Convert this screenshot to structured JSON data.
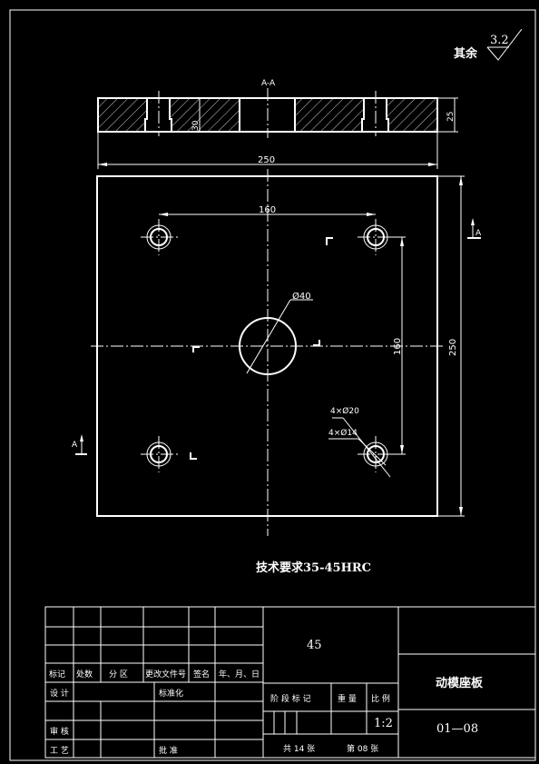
{
  "roughness_note": {
    "prefix": "其余",
    "value": "3.2"
  },
  "section": {
    "label": "A-A",
    "dim_height": "25",
    "dim_depth": "30"
  },
  "dims": {
    "width_top": "250",
    "width_right": "250",
    "hole_span_x": "160",
    "hole_span_y": "160",
    "center_hole": "Ø40",
    "bolt_outer": "4×Ø20",
    "bolt_inner": "4×Ø14"
  },
  "section_marks": {
    "a_top": "A",
    "a_bottom": "A"
  },
  "tech_requirement": "技术要求35-45HRC",
  "title_block": {
    "material": "45",
    "part_name": "动模座板",
    "drawing_no": "01—08",
    "scale": "1:2",
    "sheets_total": "共 14 张",
    "sheet_no": "第 08 张",
    "header_row": [
      "标记",
      "处数",
      "分 区",
      "更改文件号",
      "签名",
      "年、月、日"
    ],
    "design": "设 计",
    "standardize": "标准化",
    "review": "审 核",
    "process": "工 艺",
    "approve": "批 准",
    "stage_labels": [
      "阶 段 标 记",
      "重 量",
      "比 例"
    ]
  }
}
